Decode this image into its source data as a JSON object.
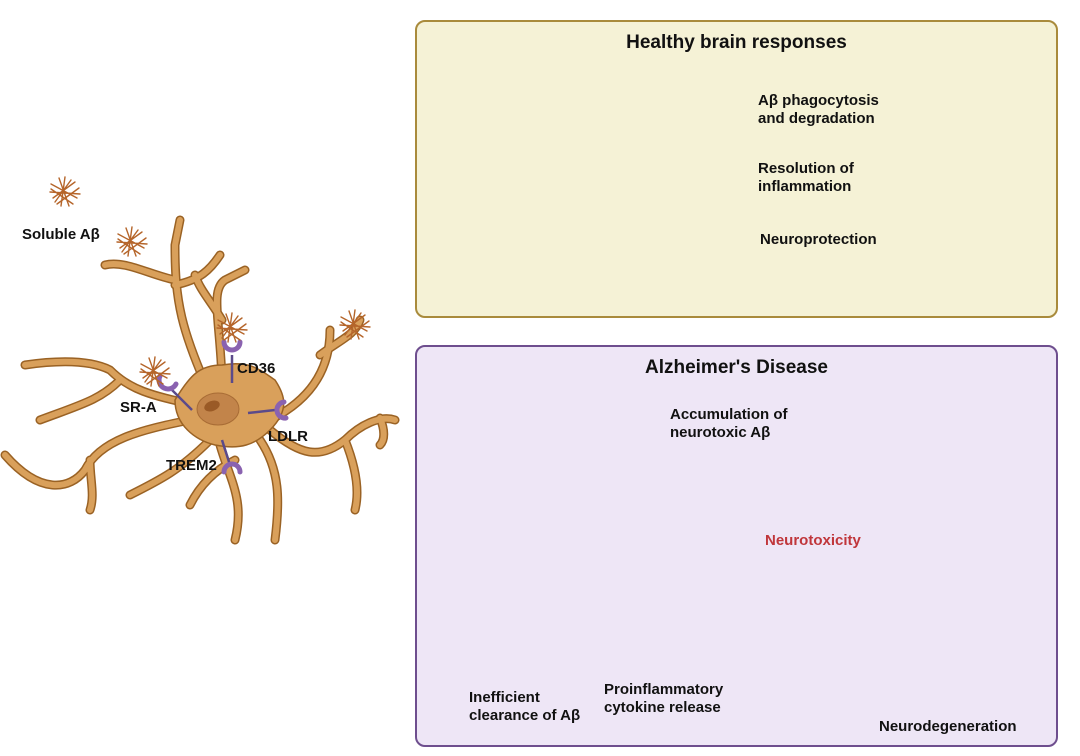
{
  "left": {
    "soluble_label": "Soluble Aβ",
    "receptors": [
      "CD36",
      "SR-A",
      "LDLR",
      "TREM2"
    ]
  },
  "healthy": {
    "title": "Healthy brain responses",
    "outcomes": [
      {
        "line1": "Aβ phagocytosis",
        "line2": "and degradation"
      },
      {
        "line1": "Resolution of",
        "line2": "inflammation"
      },
      {
        "line1": "Neuroprotection",
        "line2": ""
      }
    ]
  },
  "ad": {
    "title": "Alzheimer's Disease",
    "accumulation": {
      "line1": "Accumulation of",
      "line2": "neurotoxic Aβ"
    },
    "neurotoxicity": "Neurotoxicity",
    "inefficient": {
      "line1": "Inefficient",
      "line2": "clearance of Aβ"
    },
    "cytokine": {
      "line1": "Proinflammatory",
      "line2": "cytokine release"
    },
    "neurodegeneration": "Neurodegeneration"
  },
  "colors": {
    "microglia": "#d9a05b",
    "microglia_outline": "#9a6224",
    "reactive_microglia": "#f0a3a0",
    "receptor": "#8a62b0",
    "amyloid": "#b5652a",
    "healthy_neuron": "#d88fcb",
    "degenerating_neuron": "#8c8c8c",
    "cytokine": "#1e9ad0",
    "neurotoxicity_text": "#c0363b",
    "ad_arrow": "#8a2b45"
  }
}
